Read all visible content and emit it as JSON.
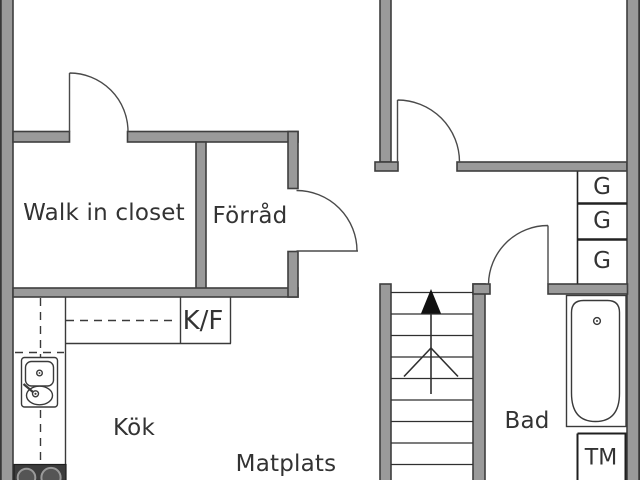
{
  "plan": {
    "rooms": {
      "walk_in_closet": "Walk in closet",
      "storage": "Förråd",
      "kitchen": "Kök",
      "dining": "Matplats",
      "bathroom": "Bad"
    },
    "fixtures": {
      "fridge_freezer": "K/F",
      "wardrobe_1": "G",
      "wardrobe_2": "G",
      "wardrobe_3": "G",
      "washing_machine": "TM"
    },
    "icons": {
      "sink": "kitchen-sink-icon",
      "stove": "stove-burners-icon",
      "bathtub": "bathtub-icon",
      "stairs": "staircase-icon",
      "stairs_direction": "up-arrow-icon"
    },
    "colors": {
      "background": "#ffffff",
      "wall_fill": "#9a9a9a",
      "wall_outline": "#3f3f3f",
      "line": "#3a3a3a",
      "door": "#4a4a4a",
      "text": "#333333",
      "fixture_dark": "#3c3c3c",
      "edge_black": "#1a1a1a"
    }
  }
}
